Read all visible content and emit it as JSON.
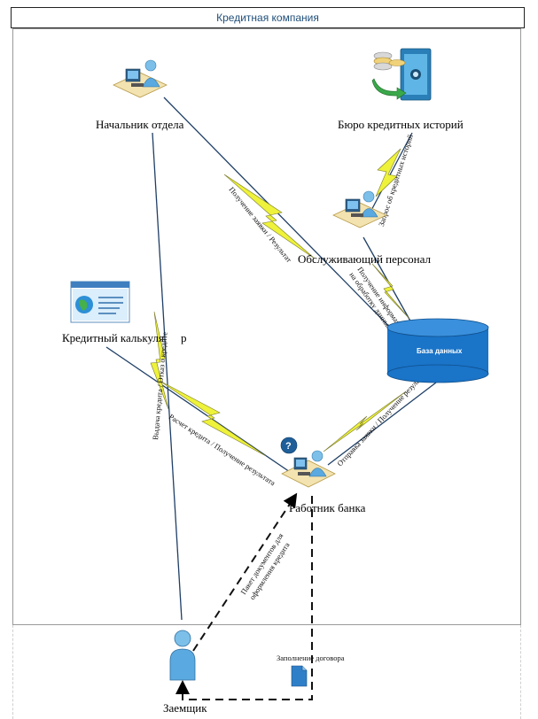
{
  "title": "Кредитная компания",
  "nodes": {
    "head": "Начальник отдела",
    "bureau": "Бюро кредитных историй",
    "staff": "Обслуживающий персонал",
    "calculator": "Кредитный калькуля",
    "calculator_tail": "р",
    "database": "База данных",
    "bank_worker": "Работник банка",
    "borrower": "Заемщик",
    "contract": "Заполнение договора"
  },
  "edges": {
    "head_db": "Получение заявки / Результат",
    "bureau_staff": "Запрос об кредитных историй",
    "staff_db_1": "Получение информации",
    "staff_db_2": "на обработку данных",
    "head_borrower": "Выдача кредита / Отказ о кредите",
    "calc_worker": "Расчет кредита / Получение результата",
    "worker_db": "Отправка заявки / Получение результата",
    "borrower_worker_1": "Пакет документов для",
    "borrower_worker_2": "оформления кредита"
  },
  "colors": {
    "line": "#1f3f66",
    "bolt": "#eef23a",
    "database": "#1a74c8",
    "person": "#5aa9e0",
    "title_text": "#1f4e79"
  }
}
